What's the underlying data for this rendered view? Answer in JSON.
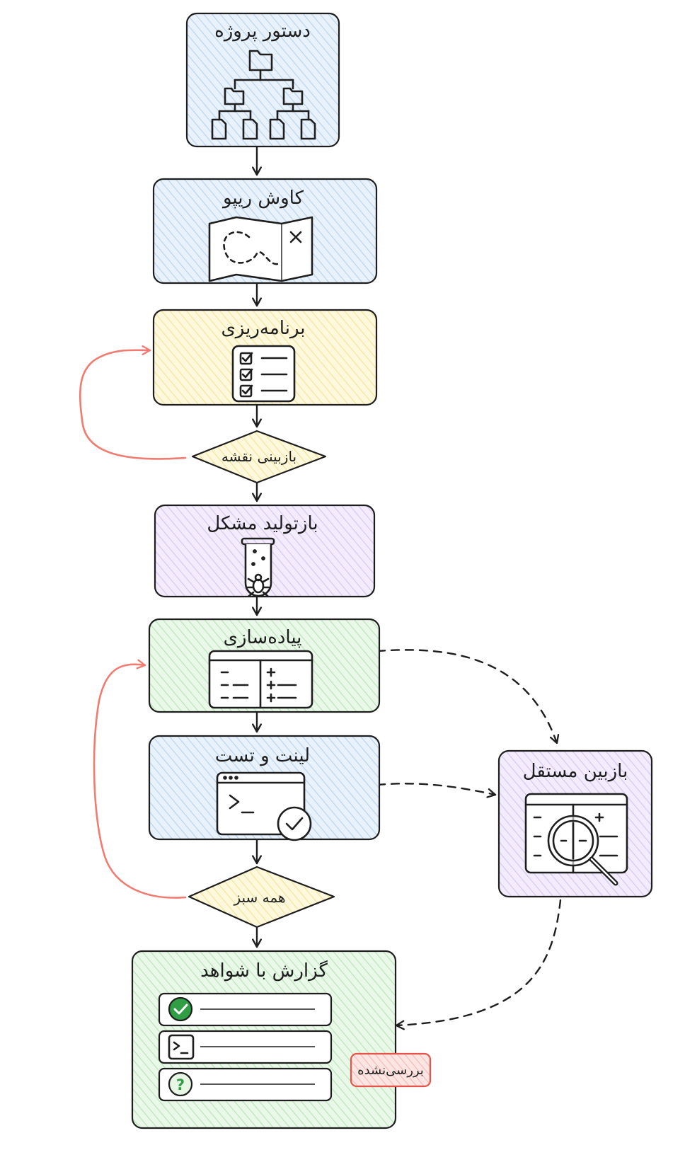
{
  "nodes": {
    "project_command": "دستور پروژه",
    "repo_exploration": "کاوش ریپو",
    "planning": "برنامه‌ریزی",
    "plan_review": "بازبینی نقشه",
    "reproduce_problem": "بازتولید مشکل",
    "implementation": "پیاده‌سازی",
    "lint_and_test": "لینت و تست",
    "all_green": "همه سبز",
    "independent_reviewer": "بازبین مستقل",
    "report_with_evidence": "گزارش با شواهد",
    "unverified_tag": "بررسی‌نشده"
  },
  "colors": {
    "blue_fill": "#dbeaf8",
    "yellow_fill": "#fdf3c4",
    "purple_fill": "#eadffa",
    "green_fill": "#dbf4da",
    "decision_fill": "#fdf5cc",
    "red_tag_fill": "#fcdcdc",
    "red_accent": "#f07b70",
    "check_green": "#2f9e44",
    "stroke": "#1e1e1e"
  },
  "icons": {
    "project_command": "folder-tree-icon",
    "repo_exploration": "treasure-map-icon",
    "planning": "checklist-icon",
    "reproduce_problem": "test-tube-bug-icon",
    "implementation": "code-diff-icon",
    "lint_and_test": "terminal-check-icon",
    "independent_reviewer": "magnifier-diff-icon",
    "report_row_1": "green-check-icon",
    "report_row_2": "terminal-icon",
    "report_row_3": "question-icon"
  }
}
